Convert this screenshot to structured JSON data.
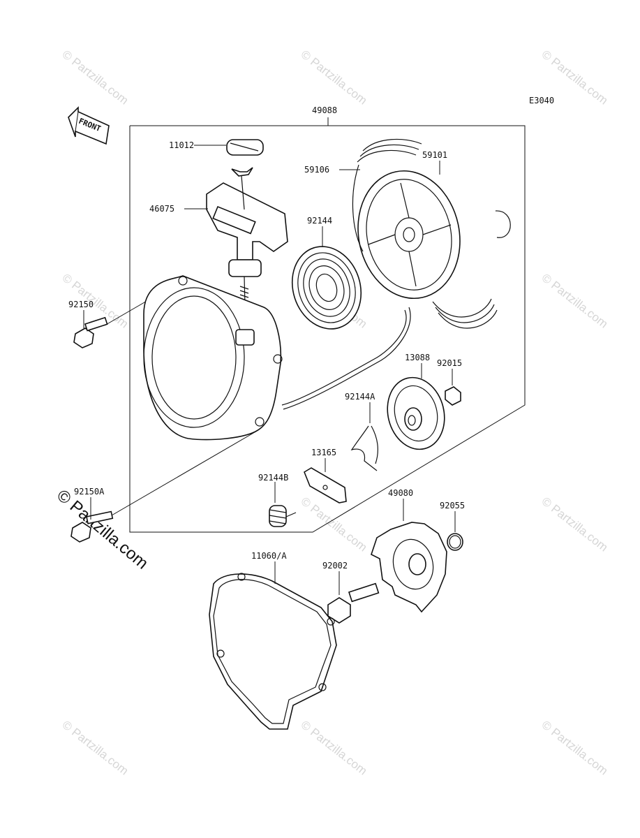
{
  "diagram_code": "E3040",
  "assembly_number": "49088",
  "front_marker": "FRONT",
  "watermark": {
    "text": "© Partzilla.com",
    "corner_text": "© Partzilla.com"
  },
  "parts": [
    {
      "id": "p11012",
      "label": "11012"
    },
    {
      "id": "p59106",
      "label": "59106"
    },
    {
      "id": "p59101",
      "label": "59101"
    },
    {
      "id": "p46075",
      "label": "46075"
    },
    {
      "id": "p92144",
      "label": "92144"
    },
    {
      "id": "p92150",
      "label": "92150"
    },
    {
      "id": "p13088",
      "label": "13088"
    },
    {
      "id": "p92015",
      "label": "92015"
    },
    {
      "id": "p92144A",
      "label": "92144A"
    },
    {
      "id": "p13165",
      "label": "13165"
    },
    {
      "id": "p92144B",
      "label": "92144B"
    },
    {
      "id": "p92150A",
      "label": "92150A"
    },
    {
      "id": "p49080",
      "label": "49080"
    },
    {
      "id": "p92055",
      "label": "92055"
    },
    {
      "id": "p11060A",
      "label": "11060/A"
    },
    {
      "id": "p92002",
      "label": "92002"
    }
  ]
}
